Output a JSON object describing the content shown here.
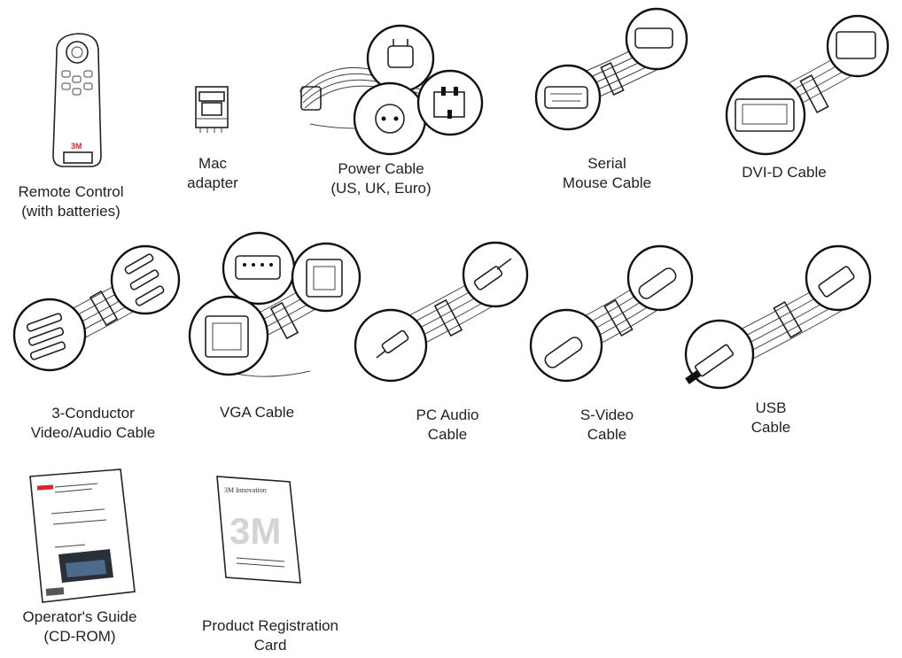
{
  "items": [
    {
      "id": "remote",
      "lines": [
        "Remote Control",
        "(with batteries)"
      ],
      "badge": "3M"
    },
    {
      "id": "mac",
      "lines": [
        "Mac",
        "adapter"
      ]
    },
    {
      "id": "power",
      "lines": [
        "Power Cable",
        "(US, UK, Euro)"
      ]
    },
    {
      "id": "serial",
      "lines": [
        "Serial",
        "Mouse Cable"
      ]
    },
    {
      "id": "dvi",
      "lines": [
        "DVI-D Cable"
      ]
    },
    {
      "id": "av",
      "lines": [
        "3-Conductor",
        "Video/Audio Cable"
      ]
    },
    {
      "id": "vga",
      "lines": [
        "VGA Cable"
      ]
    },
    {
      "id": "audio",
      "lines": [
        "PC Audio",
        "Cable"
      ]
    },
    {
      "id": "svideo",
      "lines": [
        "S-Video",
        "Cable"
      ]
    },
    {
      "id": "usb",
      "lines": [
        "USB",
        "Cable"
      ]
    },
    {
      "id": "guide",
      "lines": [
        "Operator's Guide",
        "(CD-ROM)"
      ]
    },
    {
      "id": "card",
      "lines": [
        "Product Registration",
        "Card"
      ],
      "cover_title": "3M Innovation",
      "cover_logo": "3M"
    }
  ],
  "colors": {
    "line": "#222222",
    "accent": "#d9262c"
  }
}
